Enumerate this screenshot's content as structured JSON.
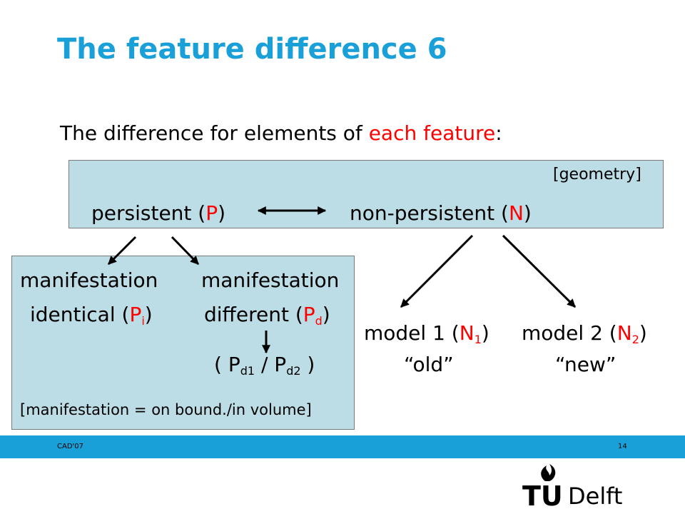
{
  "title": "The feature difference 6",
  "intro": {
    "before": "The difference for elements of ",
    "highlight": "each feature",
    "after": ":"
  },
  "geometry_label": "[geometry]",
  "persistent": {
    "text": "persistent (",
    "letter": "P",
    "close": ")"
  },
  "nonpersistent": {
    "text": "non-persistent (",
    "letter": "N",
    "close": ")"
  },
  "manif1": {
    "line1": "manifestation",
    "line2": "identical (",
    "letter": "P",
    "sub": "i",
    "close": ")"
  },
  "manif2": {
    "line1": "manifestation",
    "line2": "different (",
    "letter": "P",
    "sub": "d",
    "close": ")"
  },
  "pd": {
    "open": "( P",
    "sub1": "d1",
    "mid": " / P",
    "sub2": "d2",
    "close": " )"
  },
  "manif_note": "[manifestation = on bound./in volume]",
  "model1": {
    "text": "model 1 (",
    "letter": "N",
    "sub": "1",
    "close": ")",
    "quote": "“old”"
  },
  "model2": {
    "text": "model 2 (",
    "letter": "N",
    "sub": "2",
    "close": ")",
    "quote": "“new”"
  },
  "footer": {
    "left": "CAD'07",
    "right": "14"
  },
  "logo": {
    "tu": "TU",
    "delft": "Delft"
  },
  "colors": {
    "accent": "#1aa0d8",
    "box": "#bcdde5",
    "highlight": "#ff0000"
  }
}
